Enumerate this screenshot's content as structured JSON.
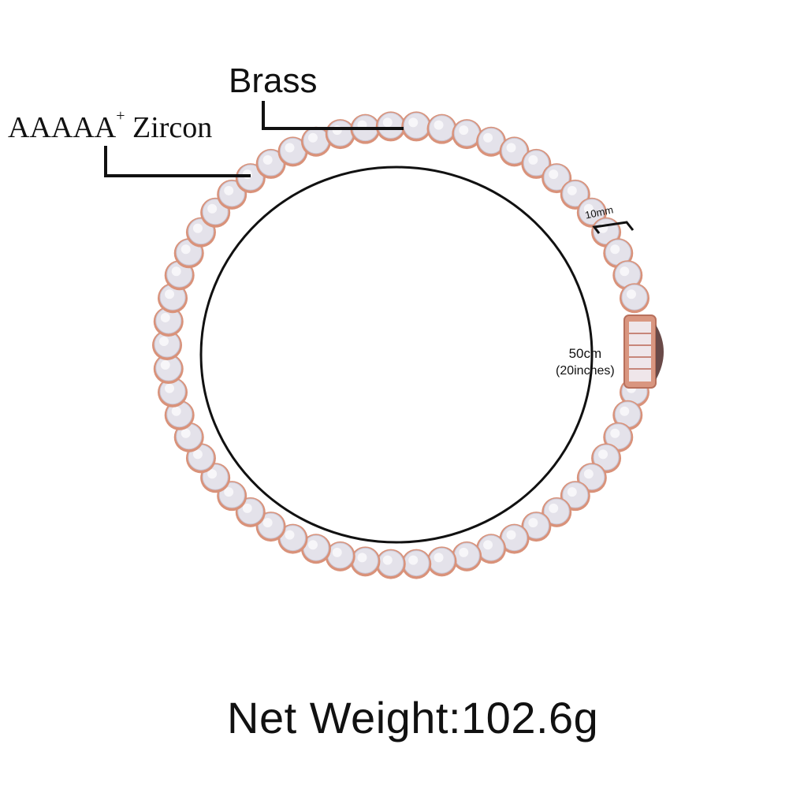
{
  "product": {
    "type": "tennis necklace",
    "metal_color": "#d9927a",
    "stone_color": "#e4e2ea"
  },
  "annotations": {
    "brass_label": "Brass",
    "zircon_label": "AAAAA",
    "zircon_superscript": "+",
    "zircon_suffix": " Zircon",
    "width_label": "10mm",
    "length_label": "50cm",
    "length_inches_label": "(20inches)",
    "weight_label": "Net Weight:102.6g"
  }
}
